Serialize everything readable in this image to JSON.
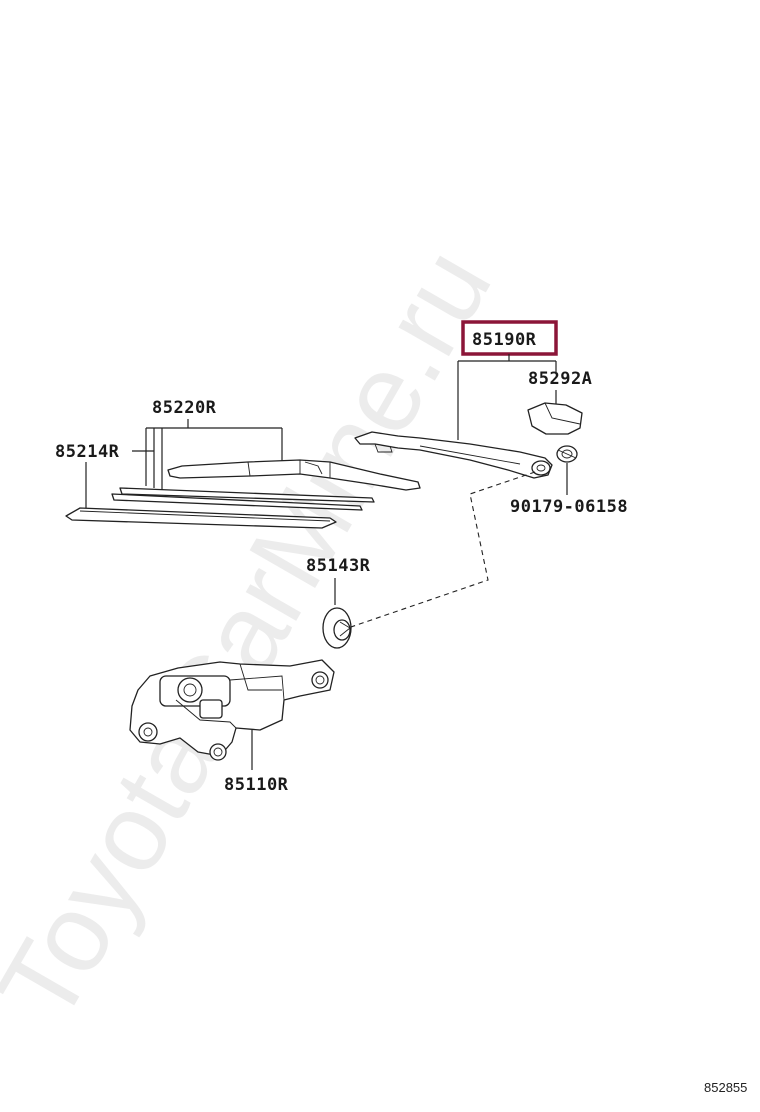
{
  "watermark": "ToyotaCarMine.ru",
  "labels": {
    "arm": "85190R",
    "cap": "85292A",
    "blade": "85220R",
    "rubber": "85214R",
    "nut": "90179-06158",
    "pivot_cap": "85143R",
    "motor": "85110R"
  },
  "highlight_color": "#8b1538",
  "reference_code": "852855"
}
